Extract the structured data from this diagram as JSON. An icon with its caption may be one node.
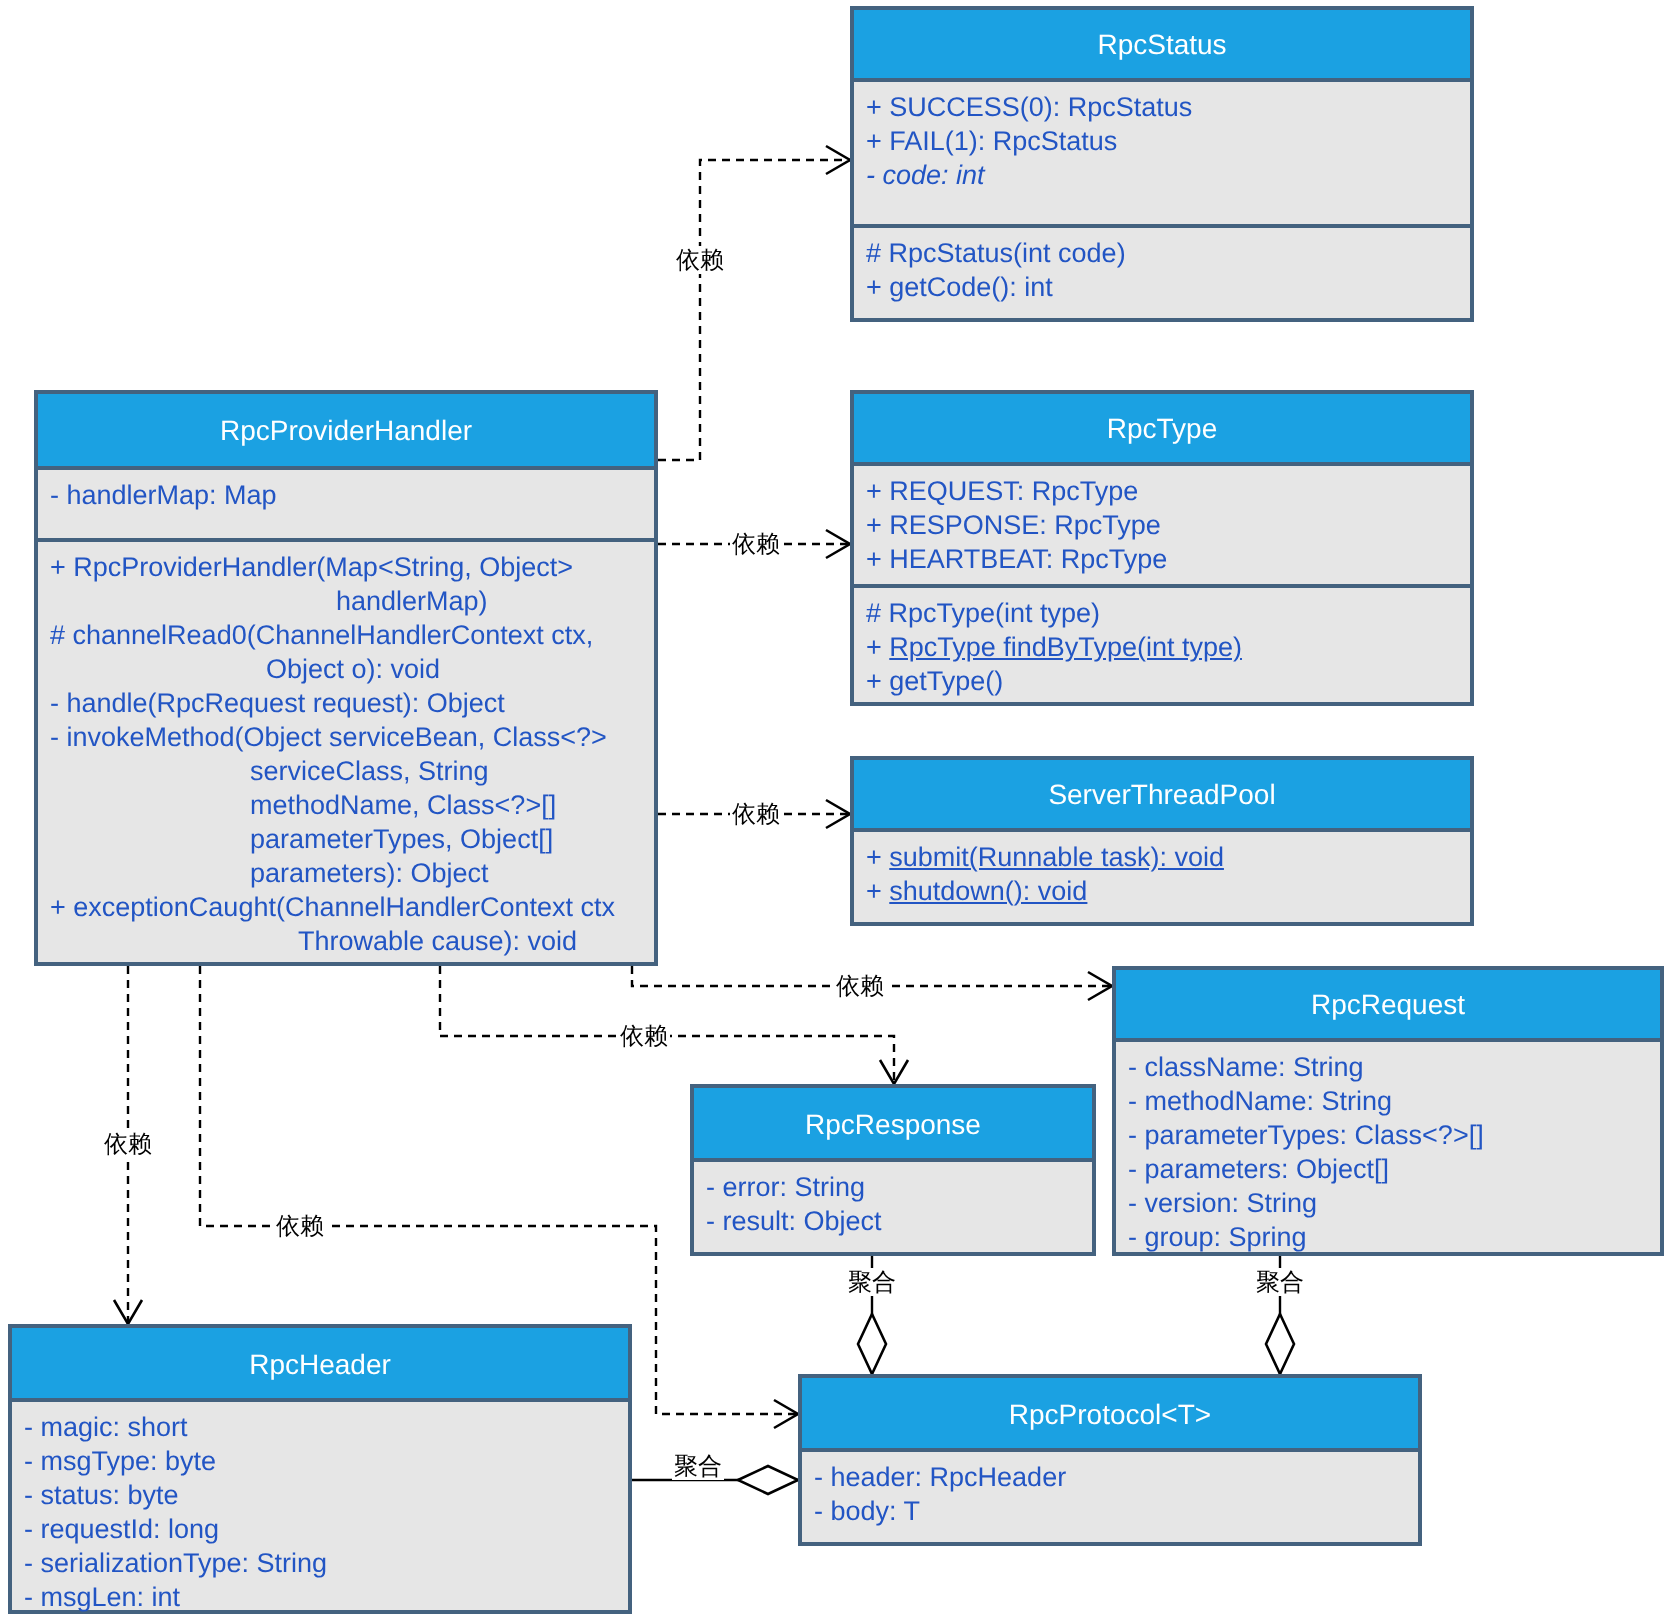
{
  "diagram": {
    "nodes": [
      {
        "text": [
          "RpcStatus"
        ]
      },
      {
        "text": [
          "+ SUCCESS(0): RpcStatus",
          "+ FAIL(1): RpcStatus",
          "- code: int"
        ],
        "in": 0
      },
      {
        "text": [
          "# RpcStatus(int code)",
          "+ getCode(): int"
        ],
        "in": 0
      },
      {
        "text": [
          "RpcProviderHandler"
        ]
      },
      {
        "text": [
          "- handlerMap: Map"
        ],
        "in": 3
      },
      {
        "text": [
          "+ RpcProviderHandler(Map<String, Object> handlerMap)",
          "# channelRead0(ChannelHandlerContext ctx, Object o): void",
          "- handle(RpcRequest request): Object",
          "- invokeMethod(Object serviceBean, Class<?> serviceClass, String methodName, Class<?>[] parameterTypes, Object[] parameters): Object",
          "+ exceptionCaught(ChannelHandlerContext ctx Throwable cause): void"
        ],
        "in": 3
      },
      {
        "text": [
          "RpcType"
        ]
      },
      {
        "text": [
          "+ REQUEST: RpcType",
          "+ RESPONSE: RpcType",
          "+ HEARTBEAT: RpcType"
        ],
        "in": 6
      },
      {
        "text": [
          "# RpcType(int type)",
          "+ RpcType findByType(int type)",
          "+ getType()"
        ],
        "in": 6
      },
      {
        "text": [
          "ServerThreadPool"
        ]
      },
      {
        "text": [
          "+ submit(Runnable task): void",
          "+ shutdown(): void"
        ],
        "in": 9
      },
      {
        "text": [
          "RpcRequest"
        ]
      },
      {
        "text": [
          "- className: String",
          "- methodName: String",
          "- parameterTypes: Class<?>[]",
          "- parameters: Object[]",
          "- version: String",
          "- group: Spring"
        ],
        "in": 11
      },
      {
        "text": [
          "RpcResponse"
        ]
      },
      {
        "text": [
          "- error: String",
          "- result: Object"
        ],
        "in": 13
      },
      {
        "text": [
          "RpcHeader"
        ]
      },
      {
        "text": [
          "- magic: short",
          "- msgType: byte",
          "- status: byte",
          "- requestId: long",
          "- serializationType: String",
          "- msgLen: int"
        ],
        "in": 15
      },
      {
        "text": [
          "RpcProtocol<T>"
        ]
      },
      {
        "text": [
          "- header: RpcHeader",
          "- body: T"
        ],
        "in": 17
      }
    ],
    "edges": [
      {
        "from": 3,
        "to": 0,
        "arrow": "to",
        "label": "依赖",
        "style": "dashed"
      },
      {
        "from": 3,
        "to": 6,
        "arrow": "to",
        "label": "依赖",
        "style": "dashed"
      },
      {
        "from": 3,
        "to": 9,
        "arrow": "to",
        "label": "依赖",
        "style": "dashed"
      },
      {
        "from": 3,
        "to": 11,
        "arrow": "to",
        "label": "依赖",
        "style": "dashed"
      },
      {
        "from": 3,
        "to": 13,
        "arrow": "to",
        "label": "依赖",
        "style": "dashed"
      },
      {
        "from": 3,
        "to": 15,
        "arrow": "to",
        "label": "依赖",
        "style": "dashed"
      },
      {
        "from": 3,
        "to": 17,
        "arrow": "to",
        "label": "依赖",
        "style": "dashed"
      },
      {
        "from": 13,
        "to": 17,
        "arrow": "other",
        "label": "聚合"
      },
      {
        "from": 11,
        "to": 17,
        "arrow": "other",
        "label": "聚合"
      },
      {
        "from": 15,
        "to": 17,
        "arrow": "other",
        "label": "聚合"
      }
    ]
  }
}
